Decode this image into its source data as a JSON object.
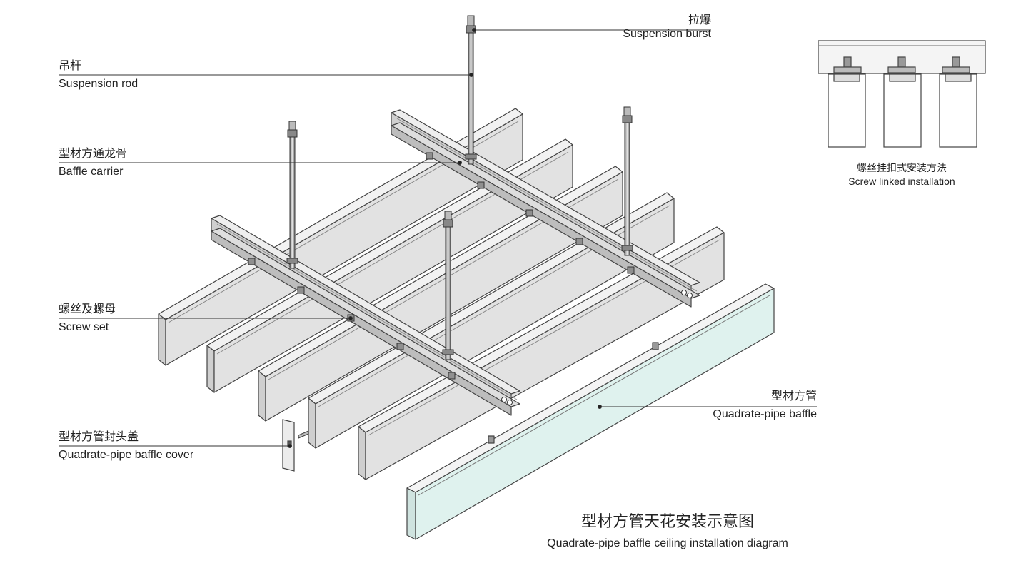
{
  "labels": {
    "suspension_burst": {
      "zh": "拉爆",
      "en": "Suspension burst"
    },
    "suspension_rod": {
      "zh": "吊杆",
      "en": "Suspension rod"
    },
    "baffle_carrier": {
      "zh": "型材方通龙骨",
      "en": "Baffle carrier"
    },
    "screw_set": {
      "zh": "螺丝及螺母",
      "en": "Screw set"
    },
    "baffle_cover": {
      "zh": "型材方管封头盖",
      "en": "Quadrate-pipe baffle cover"
    },
    "baffle": {
      "zh": "型材方管",
      "en": "Quadrate-pipe baffle"
    },
    "screw_linked": {
      "zh": "螺丝挂扣式安装方法",
      "en": "Screw linked installation"
    }
  },
  "caption": {
    "zh": "型材方管天花安装示意图",
    "en": "Quadrate-pipe baffle ceiling installation diagram"
  },
  "colors": {
    "line": "#333333",
    "metal": "#d9d9d9",
    "metal_light": "#ececec",
    "metal_dark": "#9a9a9a",
    "glass": "#dff2ee"
  }
}
